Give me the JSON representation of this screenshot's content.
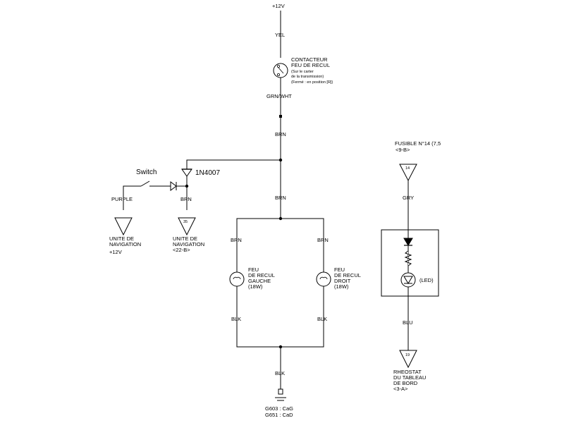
{
  "supply_label": "+12V",
  "wires": {
    "yel": "YEL",
    "grn_wht": "GRN/WHT",
    "brn_1": "BRN",
    "brn_2": "BRN",
    "brn_diode": "BRN",
    "brn_left": "BRN",
    "brn_right": "BRN",
    "blk_left": "BLK",
    "blk_right": "BLK",
    "blk_ground": "BLK",
    "purple": "PURPLE",
    "gry": "GRY",
    "blu": "BLU"
  },
  "reverse_switch": {
    "lines": [
      "CONTACTEUR",
      "FEU DE RECUL",
      "(Sur le carter",
      "de la transmission)",
      "(Fermé : en position [R])"
    ]
  },
  "diode_label": "1N4007",
  "switch_label": "Switch",
  "nav_left": {
    "lines": [
      "UNITE DE",
      "NAVIGATION",
      "+12V"
    ]
  },
  "nav_right": {
    "pin": "35",
    "lines": [
      "UNITE DE",
      "NAVIGATION",
      "<22-B>"
    ]
  },
  "lamp_left": {
    "lines": [
      "FEU",
      "DE RECUL",
      "GAUCHE",
      "(18W)"
    ]
  },
  "lamp_right": {
    "lines": [
      "FEU",
      "DE RECUL",
      "DROIT",
      "(18W)"
    ]
  },
  "ground": {
    "lines": [
      "G603 : CaG",
      "G651 : CaD"
    ]
  },
  "fuse": {
    "lines": [
      "FUSIBLE N°14 (7,5",
      "<9-B>"
    ],
    "pin": "14"
  },
  "led_label": "(LED)",
  "rheostat": {
    "pin": "19",
    "lines": [
      "RHEOSTAT",
      "DU TABLEAU",
      "DE BORD",
      "<3-A>"
    ]
  }
}
